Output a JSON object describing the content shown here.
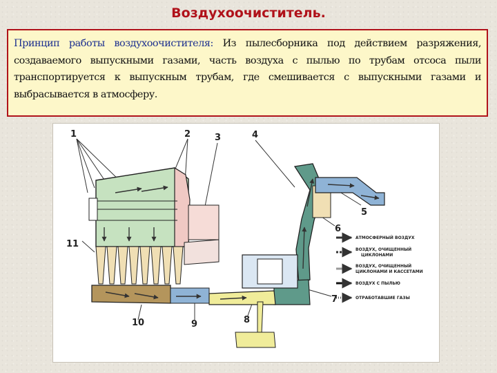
{
  "title": "Воздухоочиститель.",
  "description": {
    "lead": "Принцип работы воздухоочистителя:",
    "text": " Из пылесборника под действием разряжения, создаваемого выпускными газами, часть воздуха с пылью по трубам отсоса пыли транспортируется к выпускным трубам, где смешивается с выпускными газами и выбрасывается в атмосферу."
  },
  "diagram": {
    "labels": {
      "n1": "1",
      "n2": "2",
      "n3": "3",
      "n4": "4",
      "n5": "5",
      "n6": "6",
      "n7": "7",
      "n8": "8",
      "n9": "9",
      "n10": "10",
      "n11": "11"
    },
    "legend": [
      "АТМОСФЕРНЫЙ ВОЗДУХ",
      "ВОЗДУХ, ОЧИЩЕННЫЙ",
      "ЦИКЛОНАМИ",
      "ВОЗДУХ, ОЧИЩЕННЫЙ",
      "ЦИКЛОНАМИ И КАССЕТАМИ",
      "ВОЗДУХ С ПЫЛЬЮ",
      "ОТРАБОТАВШИЕ ГАЗЫ"
    ],
    "colors": {
      "accent_red": "#b0121a",
      "box_fill": "#fdf7c9",
      "filter_green": "#c6e2c0",
      "housing_pink": "#f0c9c4",
      "cyclone_beige": "#f0dfb4",
      "dust_brown": "#b4955c",
      "duct_blue": "#8fb3d6",
      "exhaust_teal": "#5f9a8a",
      "pipe_yellow": "#f0ec9a"
    }
  }
}
